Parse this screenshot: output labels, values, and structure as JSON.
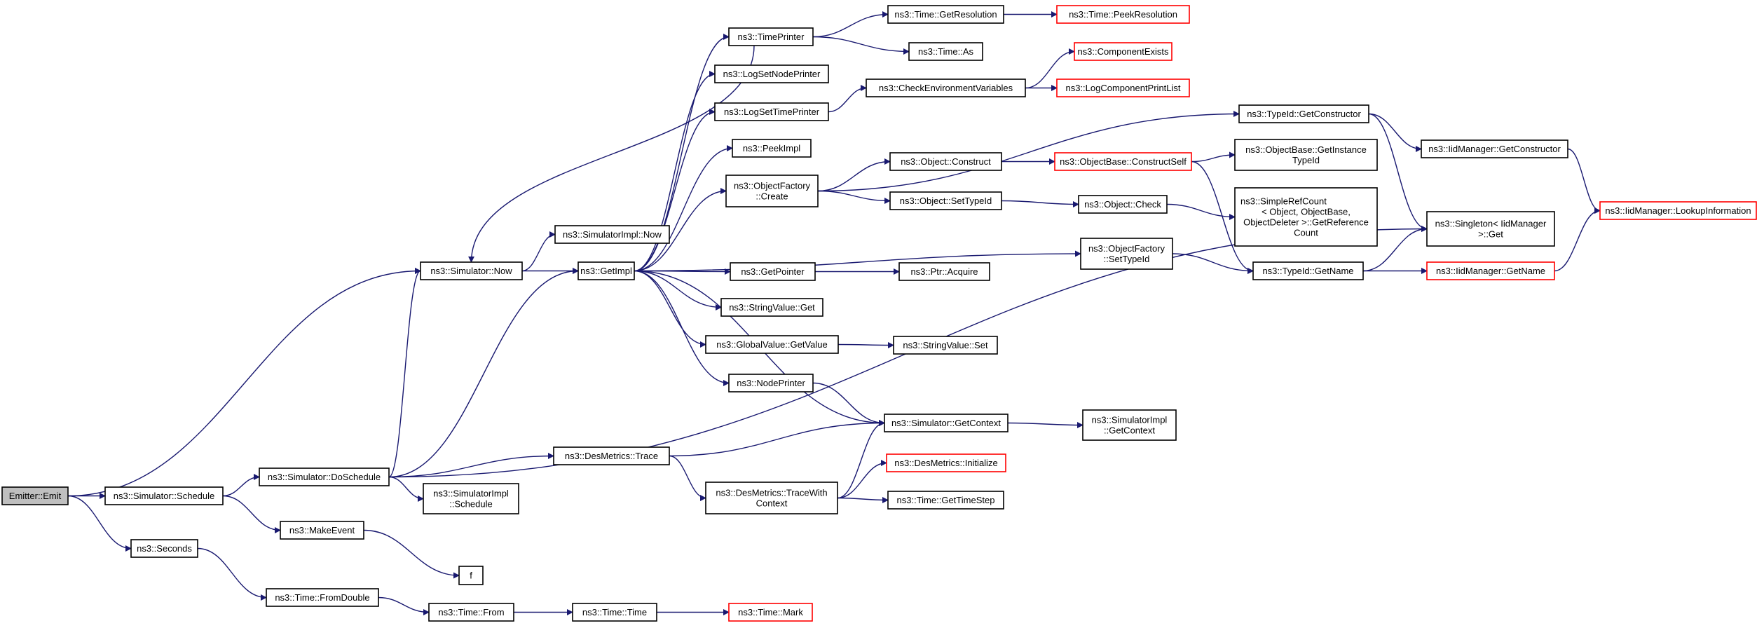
{
  "colors": {
    "edge": "#191970",
    "border": "#000000",
    "unresolved_border": "#ff0000",
    "root_fill": "#bfbfbf",
    "fill": "#ffffff"
  },
  "nodes": [
    {
      "id": "emitter_emit",
      "lines": [
        "Emitter::Emit"
      ],
      "kind": "root"
    },
    {
      "id": "simulator_schedule",
      "lines": [
        "ns3::Simulator::Schedule"
      ]
    },
    {
      "id": "seconds",
      "lines": [
        "ns3::Seconds"
      ]
    },
    {
      "id": "simulator_doschedule",
      "lines": [
        "ns3::Simulator::DoSchedule"
      ]
    },
    {
      "id": "makeevent",
      "lines": [
        "ns3::MakeEvent"
      ]
    },
    {
      "id": "time_fromdouble",
      "lines": [
        "ns3::Time::FromDouble"
      ]
    },
    {
      "id": "simulator_now",
      "lines": [
        "ns3::Simulator::Now"
      ]
    },
    {
      "id": "getimpl",
      "lines": [
        "ns3::GetImpl"
      ]
    },
    {
      "id": "simulatorimpl_now",
      "lines": [
        "ns3::SimulatorImpl::Now"
      ]
    },
    {
      "id": "desmetrics_trace",
      "lines": [
        "ns3::DesMetrics::Trace"
      ]
    },
    {
      "id": "simulatorimpl_schedule",
      "lines": [
        "ns3::SimulatorImpl",
        "::Schedule"
      ]
    },
    {
      "id": "f",
      "lines": [
        "f"
      ]
    },
    {
      "id": "time_from",
      "lines": [
        "ns3::Time::From"
      ]
    },
    {
      "id": "time_time",
      "lines": [
        "ns3::Time::Time"
      ]
    },
    {
      "id": "time_mark",
      "lines": [
        "ns3::Time::Mark"
      ],
      "kind": "unresolved"
    },
    {
      "id": "timeprinter",
      "lines": [
        "ns3::TimePrinter"
      ]
    },
    {
      "id": "logsetnodeprinter",
      "lines": [
        "ns3::LogSetNodePrinter"
      ]
    },
    {
      "id": "logsettimeprinter",
      "lines": [
        "ns3::LogSetTimePrinter"
      ]
    },
    {
      "id": "peekimpl",
      "lines": [
        "ns3::PeekImpl"
      ]
    },
    {
      "id": "objectfactory_create",
      "lines": [
        "ns3::ObjectFactory",
        "::Create"
      ]
    },
    {
      "id": "getpointer",
      "lines": [
        "ns3::GetPointer"
      ]
    },
    {
      "id": "stringvalue_get",
      "lines": [
        "ns3::StringValue::Get"
      ]
    },
    {
      "id": "globalvalue_getvalue",
      "lines": [
        "ns3::GlobalValue::GetValue"
      ]
    },
    {
      "id": "nodeprinter",
      "lines": [
        "ns3::NodePrinter"
      ]
    },
    {
      "id": "desmetrics_tracewithcontext",
      "lines": [
        "ns3::DesMetrics::TraceWith",
        "Context"
      ]
    },
    {
      "id": "time_getresolution",
      "lines": [
        "ns3::Time::GetResolution"
      ]
    },
    {
      "id": "time_as",
      "lines": [
        "ns3::Time::As"
      ]
    },
    {
      "id": "checkenvironmentvariables",
      "lines": [
        "ns3::CheckEnvironmentVariables"
      ]
    },
    {
      "id": "object_construct",
      "lines": [
        "ns3::Object::Construct"
      ]
    },
    {
      "id": "object_settypeid",
      "lines": [
        "ns3::Object::SetTypeId"
      ]
    },
    {
      "id": "ptr_acquire",
      "lines": [
        "ns3::Ptr::Acquire"
      ]
    },
    {
      "id": "stringvalue_set",
      "lines": [
        "ns3::StringValue::Set"
      ]
    },
    {
      "id": "simulator_getcontext",
      "lines": [
        "ns3::Simulator::GetContext"
      ]
    },
    {
      "id": "desmetrics_initialize",
      "lines": [
        "ns3::DesMetrics::Initialize"
      ],
      "kind": "unresolved"
    },
    {
      "id": "time_gettimestep",
      "lines": [
        "ns3::Time::GetTimeStep"
      ]
    },
    {
      "id": "time_peekresolution",
      "lines": [
        "ns3::Time::PeekResolution"
      ],
      "kind": "unresolved"
    },
    {
      "id": "componentexists",
      "lines": [
        "ns3::ComponentExists"
      ],
      "kind": "unresolved"
    },
    {
      "id": "logcomponentprintlist",
      "lines": [
        "ns3::LogComponentPrintList"
      ],
      "kind": "unresolved"
    },
    {
      "id": "objectbase_constructself",
      "lines": [
        "ns3::ObjectBase::ConstructSelf"
      ],
      "kind": "unresolved"
    },
    {
      "id": "object_check",
      "lines": [
        "ns3::Object::Check"
      ]
    },
    {
      "id": "objectfactory_settypeid",
      "lines": [
        "ns3::ObjectFactory",
        "::SetTypeId"
      ]
    },
    {
      "id": "simulatorimpl_getcontext",
      "lines": [
        "ns3::SimulatorImpl",
        "::GetContext"
      ]
    },
    {
      "id": "typeid_getconstructor",
      "lines": [
        "ns3::TypeId::GetConstructor"
      ]
    },
    {
      "id": "objectbase_getinstancetypeid",
      "lines": [
        "ns3::ObjectBase::GetInstance",
        "TypeId"
      ]
    },
    {
      "id": "simplerefcount",
      "lines": [
        "ns3::SimpleRefCount",
        "< Object, ObjectBase,",
        "ObjectDeleter >::GetReference",
        "Count"
      ],
      "align": "left"
    },
    {
      "id": "typeid_getname",
      "lines": [
        "ns3::TypeId::GetName"
      ]
    },
    {
      "id": "iidmanager_getconstructor",
      "lines": [
        "ns3::IidManager::GetConstructor"
      ]
    },
    {
      "id": "singleton_get",
      "lines": [
        "ns3::Singleton< IidManager",
        " >::Get"
      ]
    },
    {
      "id": "iidmanager_getname",
      "lines": [
        "ns3::IidManager::GetName"
      ],
      "kind": "unresolved"
    },
    {
      "id": "iidmanager_lookupinformation",
      "lines": [
        "ns3::IidManager::LookupInformation"
      ],
      "kind": "unresolved"
    }
  ],
  "edges": [
    [
      "emitter_emit",
      "simulator_now"
    ],
    [
      "emitter_emit",
      "simulator_schedule"
    ],
    [
      "emitter_emit",
      "seconds"
    ],
    [
      "simulator_schedule",
      "simulator_doschedule"
    ],
    [
      "simulator_schedule",
      "makeevent"
    ],
    [
      "seconds",
      "time_fromdouble"
    ],
    [
      "simulator_doschedule",
      "simulator_now"
    ],
    [
      "simulator_doschedule",
      "getimpl"
    ],
    [
      "simulator_doschedule",
      "desmetrics_trace"
    ],
    [
      "simulator_doschedule",
      "simulatorimpl_schedule"
    ],
    [
      "simulator_doschedule",
      "singleton_get"
    ],
    [
      "makeevent",
      "f"
    ],
    [
      "time_fromdouble",
      "time_from"
    ],
    [
      "time_from",
      "time_time"
    ],
    [
      "time_time",
      "time_mark"
    ],
    [
      "simulator_now",
      "getimpl"
    ],
    [
      "simulator_now",
      "simulatorimpl_now"
    ],
    [
      "getimpl",
      "timeprinter"
    ],
    [
      "getimpl",
      "logsetnodeprinter"
    ],
    [
      "getimpl",
      "logsettimeprinter"
    ],
    [
      "getimpl",
      "peekimpl"
    ],
    [
      "getimpl",
      "objectfactory_create"
    ],
    [
      "getimpl",
      "objectfactory_settypeid"
    ],
    [
      "getimpl",
      "getpointer"
    ],
    [
      "getimpl",
      "stringvalue_get"
    ],
    [
      "getimpl",
      "globalvalue_getvalue"
    ],
    [
      "getimpl",
      "nodeprinter"
    ],
    [
      "getimpl",
      "simulator_getcontext"
    ],
    [
      "timeprinter",
      "simulator_now"
    ],
    [
      "timeprinter",
      "time_getresolution"
    ],
    [
      "timeprinter",
      "time_as"
    ],
    [
      "time_getresolution",
      "time_peekresolution"
    ],
    [
      "logsettimeprinter",
      "checkenvironmentvariables"
    ],
    [
      "checkenvironmentvariables",
      "componentexists"
    ],
    [
      "checkenvironmentvariables",
      "logcomponentprintlist"
    ],
    [
      "objectfactory_create",
      "typeid_getconstructor"
    ],
    [
      "objectfactory_create",
      "object_construct"
    ],
    [
      "objectfactory_create",
      "object_settypeid"
    ],
    [
      "object_construct",
      "objectbase_constructself"
    ],
    [
      "objectbase_constructself",
      "objectbase_getinstancetypeid"
    ],
    [
      "objectbase_constructself",
      "typeid_getname"
    ],
    [
      "object_settypeid",
      "object_check"
    ],
    [
      "object_check",
      "simplerefcount"
    ],
    [
      "typeid_getconstructor",
      "iidmanager_getconstructor"
    ],
    [
      "typeid_getconstructor",
      "singleton_get"
    ],
    [
      "iidmanager_getconstructor",
      "iidmanager_lookupinformation"
    ],
    [
      "objectfactory_settypeid",
      "typeid_getname"
    ],
    [
      "typeid_getname",
      "singleton_get"
    ],
    [
      "typeid_getname",
      "iidmanager_getname"
    ],
    [
      "iidmanager_getname",
      "iidmanager_lookupinformation"
    ],
    [
      "getpointer",
      "ptr_acquire"
    ],
    [
      "globalvalue_getvalue",
      "stringvalue_set"
    ],
    [
      "nodeprinter",
      "simulator_getcontext"
    ],
    [
      "desmetrics_trace",
      "simulator_getcontext"
    ],
    [
      "desmetrics_trace",
      "desmetrics_tracewithcontext"
    ],
    [
      "desmetrics_tracewithcontext",
      "simulator_getcontext"
    ],
    [
      "desmetrics_tracewithcontext",
      "desmetrics_initialize"
    ],
    [
      "desmetrics_tracewithcontext",
      "time_gettimestep"
    ],
    [
      "simulator_getcontext",
      "simulatorimpl_getcontext"
    ]
  ]
}
